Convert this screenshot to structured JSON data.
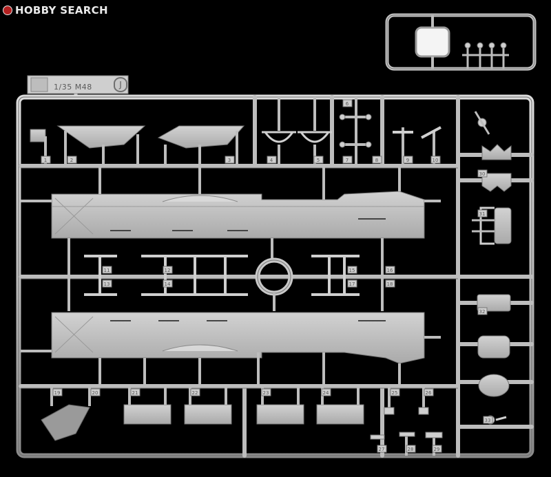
{
  "watermark": {
    "brand": "HOBBY SEARCH",
    "logo_icon": "hobby-search-logo-icon"
  },
  "sprue": {
    "tag_text": "1/35 M48",
    "tag_letter": "J",
    "part_numbers": [
      "1",
      "2",
      "3",
      "4",
      "5",
      "6",
      "7",
      "8",
      "9",
      "10",
      "11",
      "12",
      "13",
      "14",
      "15",
      "16",
      "17",
      "18",
      "19",
      "20",
      "21",
      "22",
      "23",
      "24",
      "25",
      "26",
      "27",
      "28",
      "29",
      "30",
      "31",
      "32",
      "33"
    ]
  },
  "colors": {
    "background": "#000000",
    "plastic": "#c4c4c4",
    "plastic_dark": "#8e8e8e"
  }
}
